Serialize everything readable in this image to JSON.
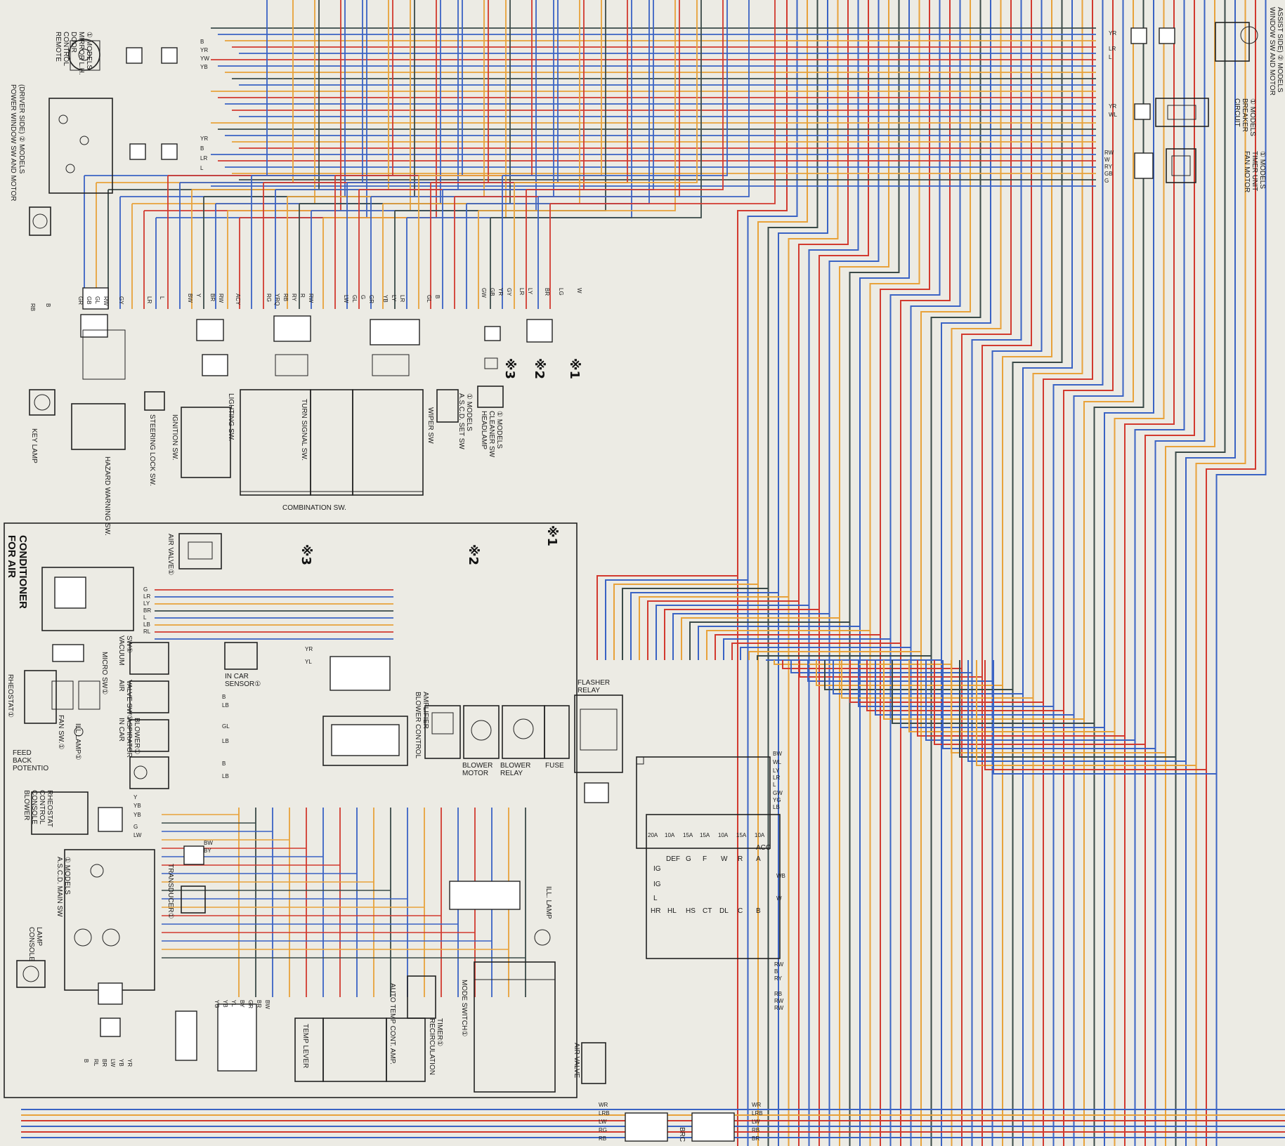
{
  "colors": {
    "paper": "#ecebe4",
    "red": "#d23a2f",
    "blue": "#3a63c4",
    "orange": "#e8a23a",
    "dark": "#3a4a48",
    "black": "#1a1a1a"
  },
  "labels": {
    "remote_mirror": [
      "REMOTE",
      "CONTROL",
      "DOOR",
      "MIRROR L.H.",
      "① MODELS"
    ],
    "power_window": [
      "POWER WINDOW SW AND MOTOR",
      "(DRIVER SIDE) ② MODELS"
    ],
    "window_sw_right": [
      "WINDOW SW AND MOTOR",
      "ASSIST SIDE) ② MODELS"
    ],
    "circuit_breaker": [
      "CIRCUIT",
      "BREAKER",
      "① MODELS"
    ],
    "fan_motor_timer": [
      "FAN MOTOR",
      "TIMER UNIT",
      "① MODELS"
    ],
    "key_lamp": "KEY LAMP",
    "hazard_sw": "HAZARD WARNING SW.",
    "steering_lock": "STEERING LOCK SW.",
    "ignition_sw": "IGNITION SW.",
    "lighting_sw": "LIGHTING SW.",
    "turn_signal_sw": "TURN SIGNAL SW.",
    "combination_sw": "COMBINATION SW.",
    "wiper_sw": "WIPER SW",
    "ascd_set_sw": [
      "A.S.C.D. SET SW",
      "① MODELS"
    ],
    "headlamp_cleaner": [
      "HEADLAMP",
      "CLEANER SW",
      "① MODELS"
    ],
    "for_air_conditioner": [
      "FOR AIR",
      "CONDITIONER"
    ],
    "air_valve_top": "AIR VALVE①",
    "vacuum_sw": [
      "VACUUM",
      "SW①"
    ],
    "air_valve_sw": [
      "AIR",
      "VALVE SW①"
    ],
    "micro_sw": "MICRO SW①",
    "in_car_aspirator": [
      "IN CAR",
      "ASPIRATOR",
      "BLOWER①"
    ],
    "in_car_sensor": [
      "IN CAR",
      "SENSOR①"
    ],
    "rheostat": "RHEOSTAT①",
    "fan_sw": "FAN SW.①",
    "ill_lamp_left": "ILL LAMP①",
    "feed_back": [
      "FEED",
      "BACK",
      "POTENTIO"
    ],
    "blower_console": [
      "BLOWER",
      "CONSOLE",
      "CONTROL",
      "RHEOSTAT"
    ],
    "blower_amp": [
      "BLOWER CONTROL",
      "AMPLIFIER"
    ],
    "blower_motor": [
      "BLOWER",
      "MOTOR"
    ],
    "blower_relay": [
      "BLOWER",
      "RELAY"
    ],
    "fuse": "FUSE",
    "flasher_relay": [
      "FLASHER",
      "RELAY"
    ],
    "transducer": "TRANSDUCER①",
    "ill_lamp_mid": "ILL. LAMP",
    "ascd_main_sw": [
      "A.S.C.D. MAIN SW",
      "① MODELS"
    ],
    "console_lamp": [
      "CONSOLE",
      "LAMP"
    ],
    "temp_lever": "TEMP LEVER",
    "auto_temp_amp": "AUTO TEMP CONT. AMP.",
    "recirculation_timer": [
      "RECIRCULATION",
      "TIMER①"
    ],
    "mode_switch": "MODE SWITCH①",
    "air_valve_bottom": "AIR VALVE",
    "brc": "BRC"
  },
  "marks": [
    "※1",
    "※2",
    "※3"
  ],
  "fuse_block": {
    "top_terminals": [
      "ACC",
      "A",
      "R",
      "W",
      "F",
      "G",
      "DEF"
    ],
    "bottom_terminals": [
      "B",
      "C",
      "DL",
      "CT",
      "HS",
      "HL",
      "HR"
    ],
    "side_terminals": [
      "IG",
      "IG",
      "L"
    ],
    "ratings": [
      "10A",
      "15A",
      "10A",
      "15A",
      "15A",
      "10A",
      "20A"
    ],
    "left_wire_codes": [
      "BW",
      "WL",
      "LY",
      "LR",
      "L",
      "GW",
      "YG",
      "LB"
    ],
    "right_wire_codes": [
      "WB",
      "W"
    ],
    "bottom_wire_codes": [
      "RW",
      "B",
      "RY",
      "RB",
      "RW",
      "RW"
    ]
  },
  "wire_codes": {
    "mirror": [
      "B",
      "YR",
      "YW",
      "YB"
    ],
    "power_window": [
      "YR",
      "B",
      "LR",
      "L"
    ],
    "right_window": [
      "YR",
      "LR",
      "L"
    ],
    "circuit_breaker": [
      "YR",
      "WL"
    ],
    "fan_timer": [
      "RW",
      "W",
      "RY",
      "GB",
      "G"
    ],
    "key_connector": [
      "RB",
      "B",
      "GR",
      "GB",
      "GL",
      "RW",
      "GY"
    ],
    "ign_connector": [
      "LR",
      "L",
      "BW",
      "Y",
      "BR",
      "RW"
    ],
    "light_connector": [
      "ACY",
      "RG",
      "YRQ",
      "RB",
      "RY",
      "R",
      "RW"
    ],
    "turn_connector": [
      "LW",
      "GL",
      "G",
      "GR",
      "YB",
      "LY",
      "LR",
      "GL",
      "B"
    ],
    "head_connector": [
      "GW",
      "GB",
      "YR",
      "GY",
      "LR",
      "LY",
      "BR",
      "LG",
      "W"
    ],
    "ac_main": [
      "G",
      "LR",
      "LY",
      "BR",
      "L",
      "LB",
      "RL"
    ],
    "sensor": [
      "YR",
      "YL"
    ],
    "blower_amp": [
      "B",
      "LB",
      "GL",
      "LB",
      "B",
      "LB"
    ],
    "rheostat": [
      "Y",
      "YB",
      "YB",
      "G",
      "LW"
    ],
    "transducer": [
      "BW",
      "BY"
    ],
    "temp_amp": [
      "YG",
      "YB",
      "YL",
      "BY",
      "GR",
      "BR",
      "BW"
    ],
    "ascd_lower": [
      "B",
      "RL",
      "BR",
      "LW",
      "YB",
      "YR"
    ],
    "bottom_left": [
      "WR",
      "LRB",
      "LW",
      "RG",
      "RB"
    ],
    "bottom_right": [
      "WR",
      "LRB",
      "LW",
      "RB",
      "BR"
    ]
  }
}
